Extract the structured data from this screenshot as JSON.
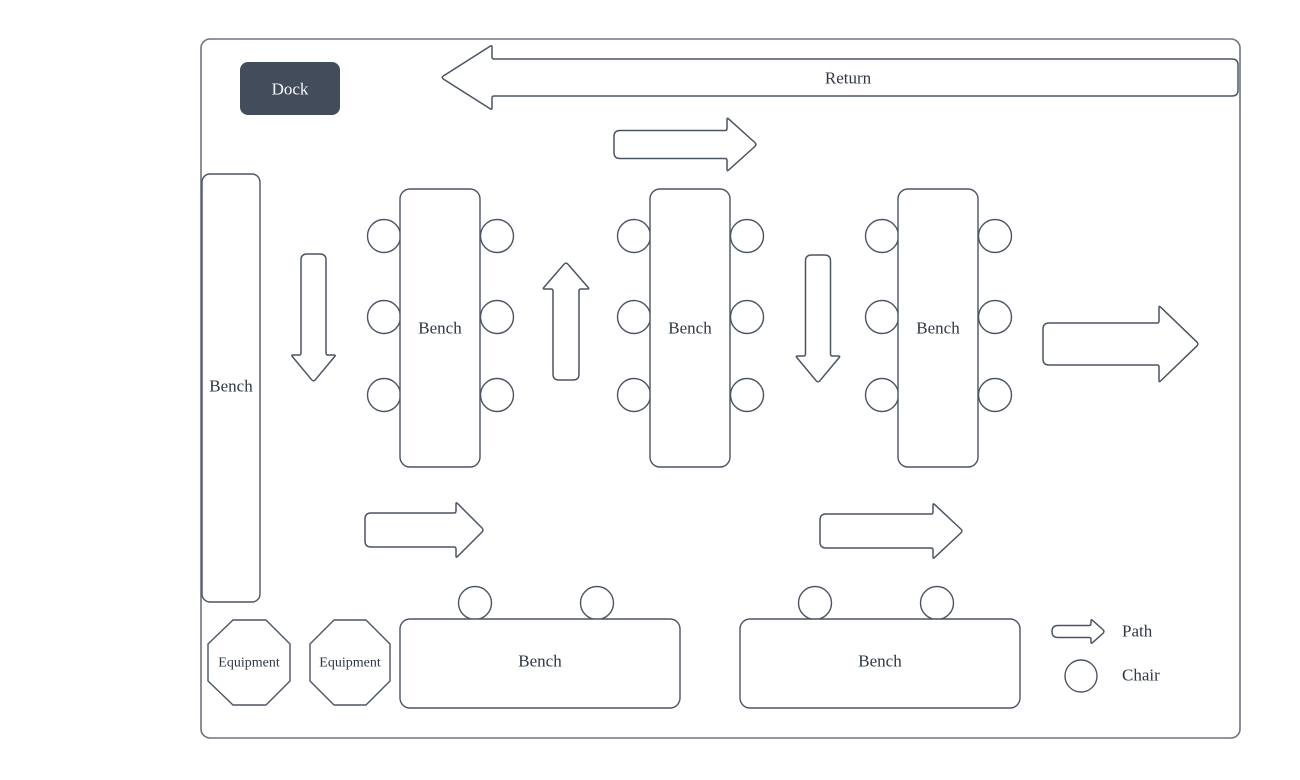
{
  "colors": {
    "canvas_bg": "#ffffff",
    "stroke": "#4b5464",
    "room_border": "#6e7480",
    "text": "#2e3744",
    "dock_fill": "#434c5a",
    "dock_text": "#f7f8f9"
  },
  "room": {
    "dock": {
      "label": "Dock"
    },
    "return_path": {
      "label": "Return"
    },
    "bench_left": {
      "label": "Bench"
    },
    "bench_row_1": {
      "label": "Bench"
    },
    "bench_row_2": {
      "label": "Bench"
    },
    "bench_row_3": {
      "label": "Bench"
    },
    "bench_bottom_1": {
      "label": "Bench"
    },
    "bench_bottom_2": {
      "label": "Bench"
    },
    "equipment_1": {
      "label": "Equipment"
    },
    "equipment_2": {
      "label": "Equipment"
    }
  },
  "legend": {
    "path": {
      "label": "Path"
    },
    "chair": {
      "label": "Chair"
    }
  }
}
